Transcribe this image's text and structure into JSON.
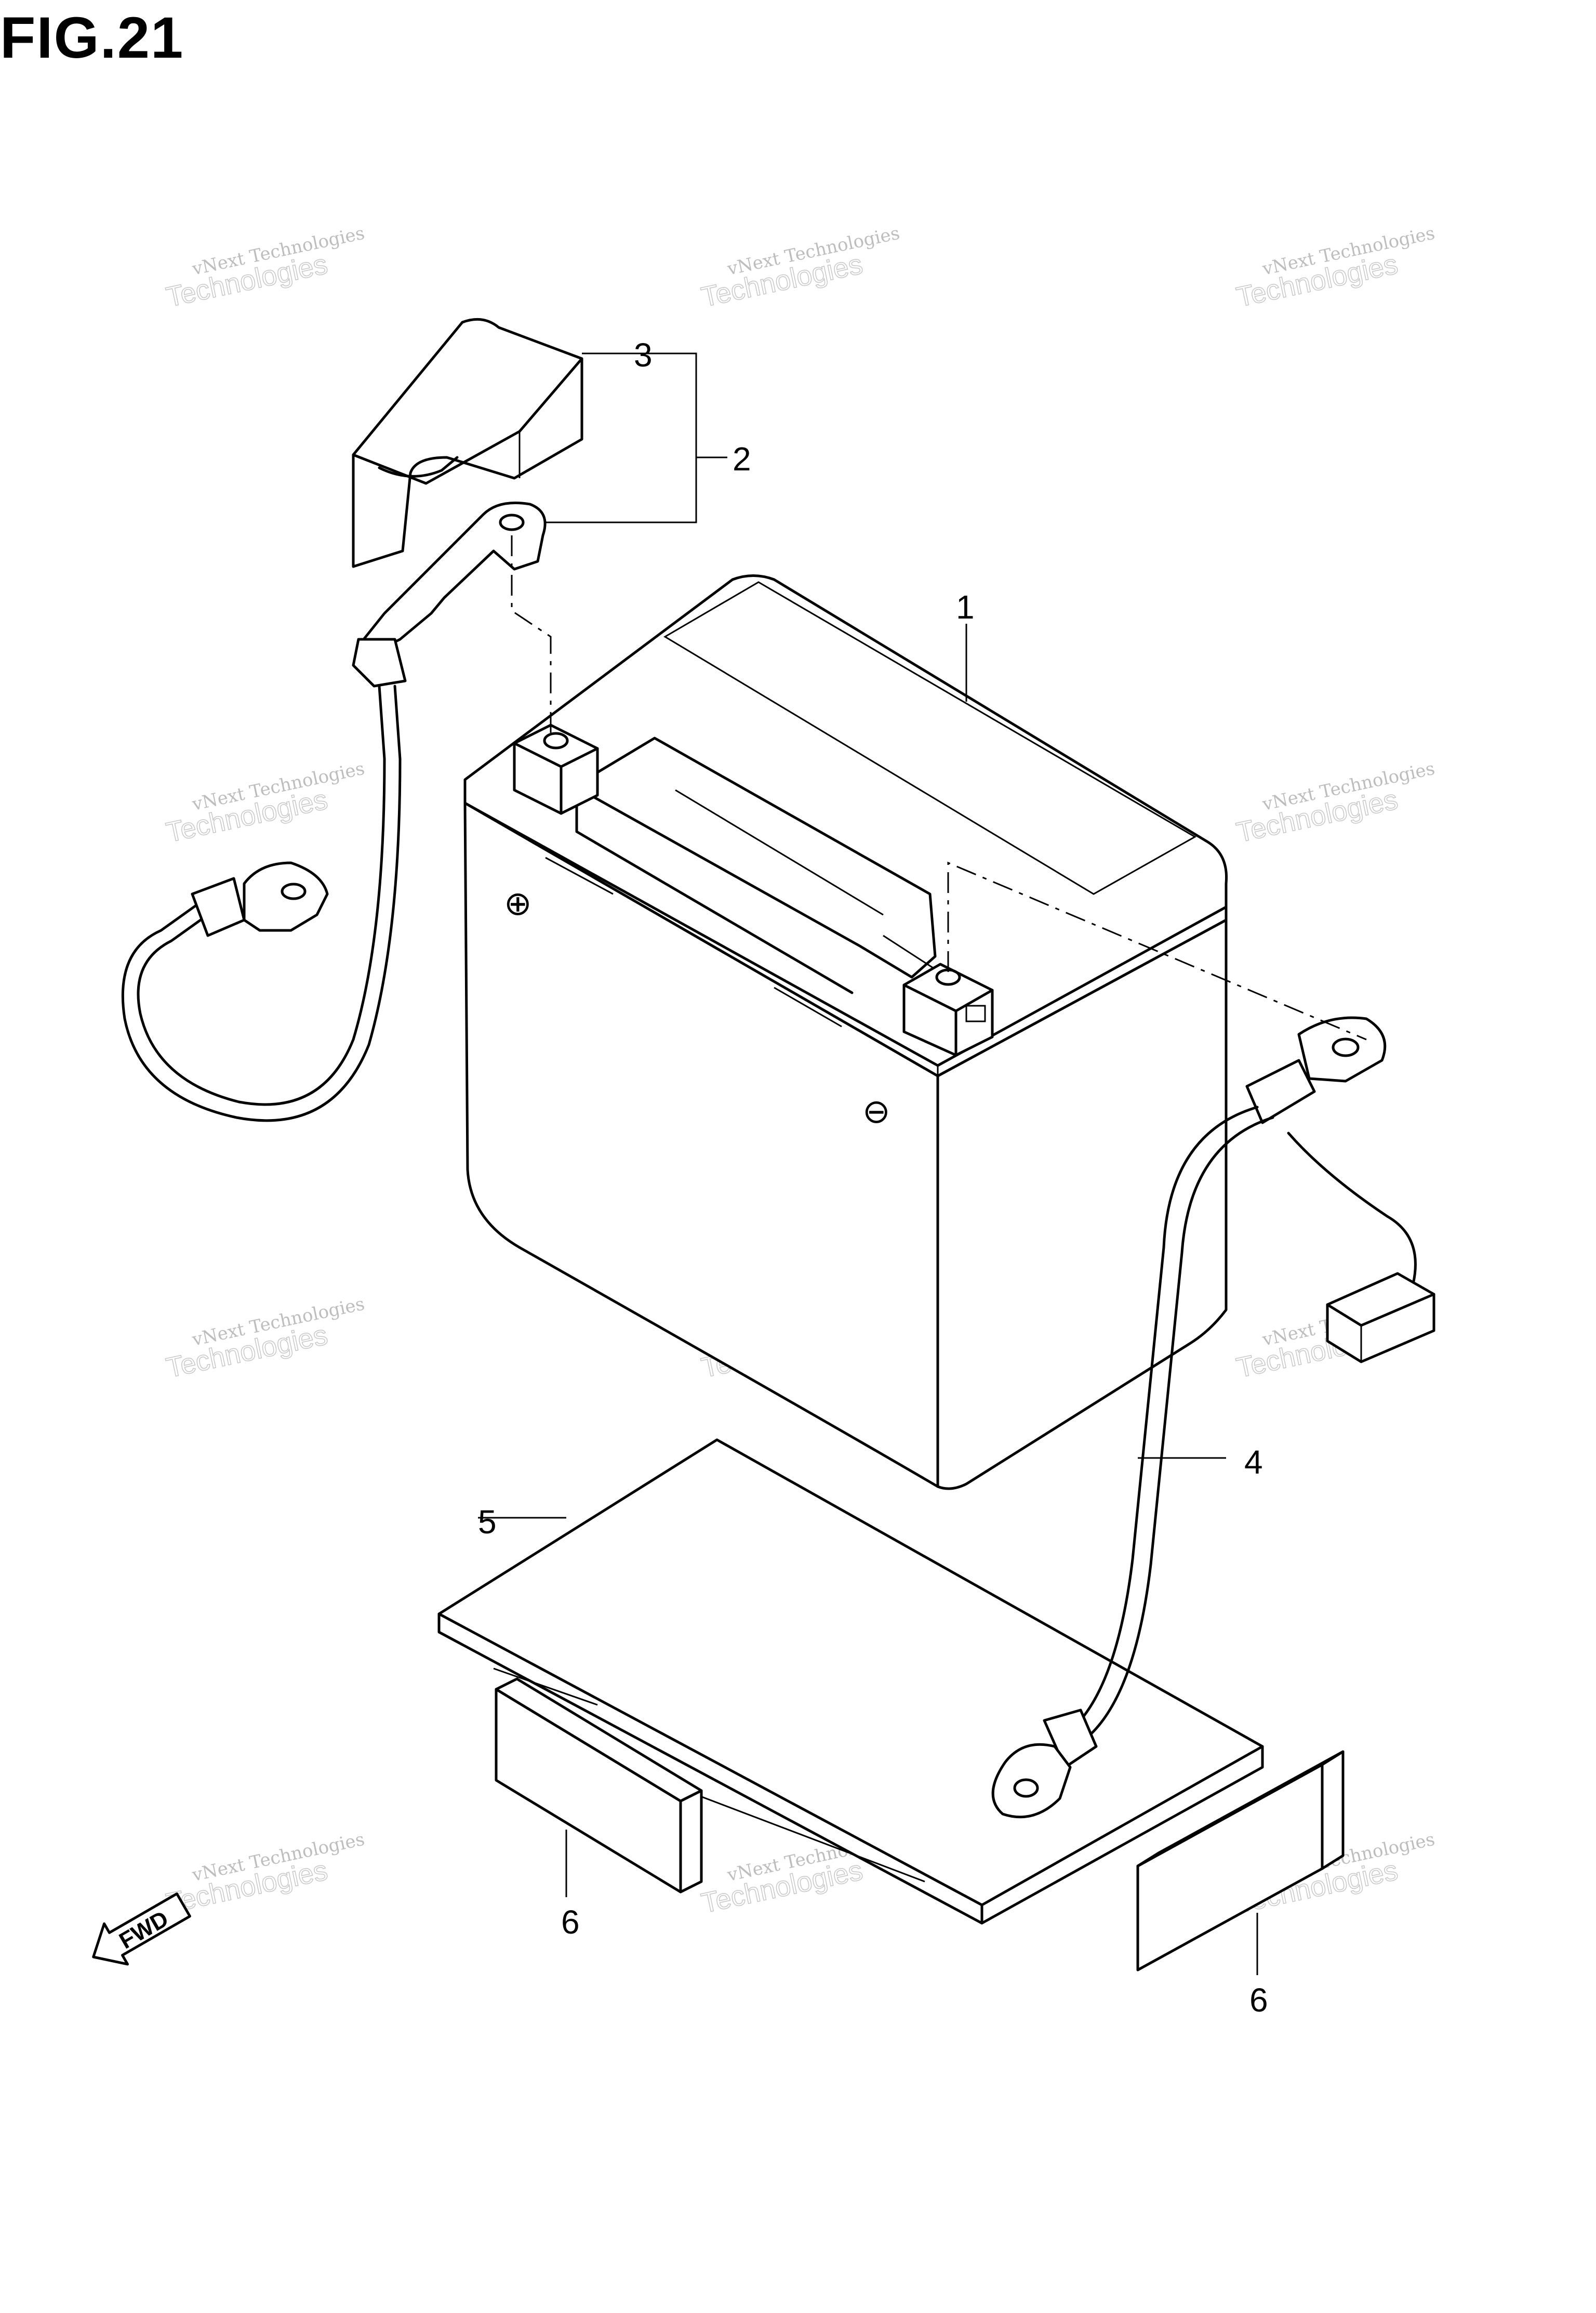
{
  "figure": {
    "title": "FIG.21"
  },
  "callouts": [
    {
      "id": "c1",
      "label": "1"
    },
    {
      "id": "c2",
      "label": "2"
    },
    {
      "id": "c3",
      "label": "3"
    },
    {
      "id": "c4",
      "label": "4"
    },
    {
      "id": "c5",
      "label": "5"
    },
    {
      "id": "c6a",
      "label": "6"
    },
    {
      "id": "c6b",
      "label": "6"
    }
  ],
  "symbols": {
    "positive": "⊕",
    "negative": "⊖"
  },
  "fwd_label": "FWD",
  "watermark": {
    "line1": "vNext Technologies",
    "line2": "Technologies"
  }
}
